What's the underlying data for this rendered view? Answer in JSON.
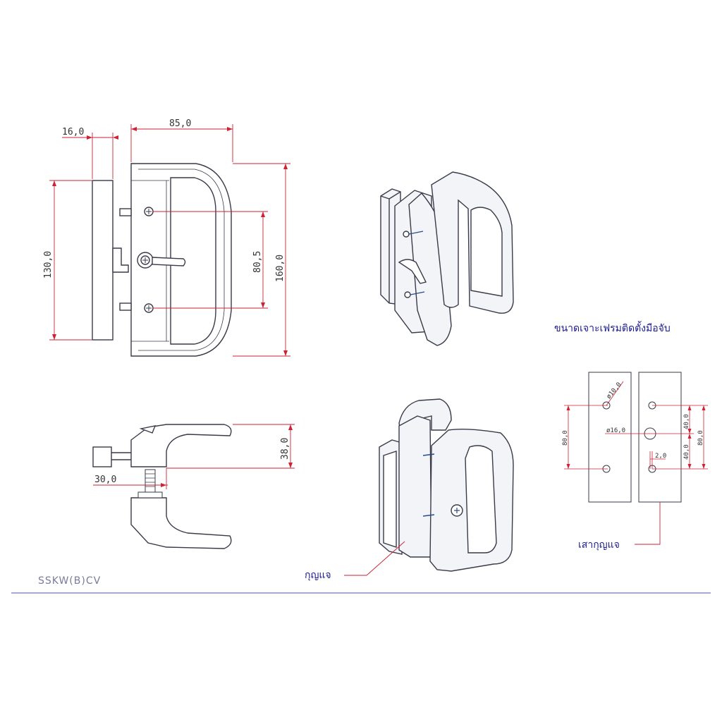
{
  "model_code": "SSKW(B)CV",
  "front_view": {
    "dim_width": "85,0",
    "dim_base": "16,0",
    "dim_base_height": "130,0",
    "dim_screw_spacing": "80,5",
    "dim_total_height": "160,0"
  },
  "side_view": {
    "dim_projection": "38,0",
    "dim_offset": "30,0"
  },
  "cutout": {
    "title": "ขนาดเจาะเฟรมติดตั้งมือจับ",
    "hole_small": "ø10,0",
    "hole_large": "ø16,0",
    "spacing_left": "80,0",
    "spacing_right_total": "80,0",
    "spacing_upper": "40,0",
    "spacing_lower": "40,0",
    "offset": "2,0",
    "post_label": "เสากุญแจ"
  },
  "callouts": {
    "key_label": "กุญแจ"
  },
  "colors": {
    "line": "#3a3a4a",
    "dimension": "#cc2233",
    "text_blue": "#1a1a8c",
    "rule": "#6a7ab0"
  }
}
